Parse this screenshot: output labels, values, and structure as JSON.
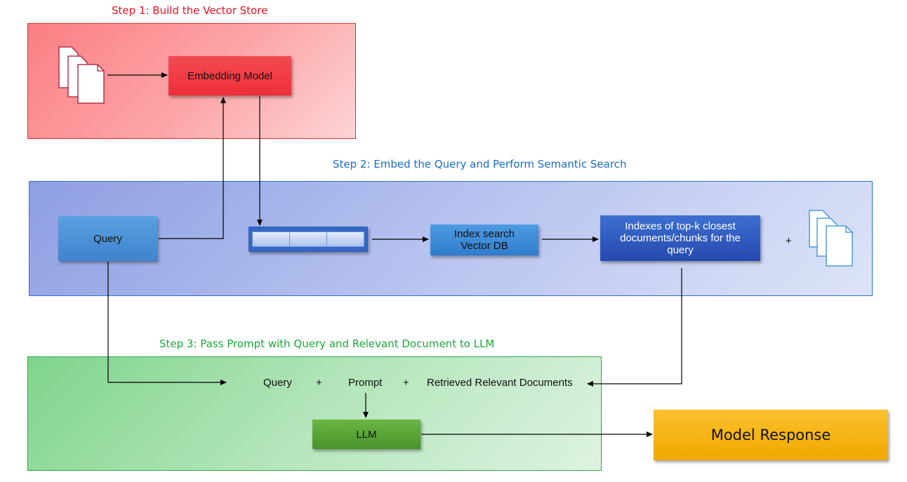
{
  "steps": {
    "step1": {
      "title": "Step 1: Build the Vector Store",
      "color": "#e8101f"
    },
    "step2": {
      "title": "Step 2: Embed the Query and Perform Semantic Search",
      "color": "#1a6cc4"
    },
    "step3": {
      "title": "Step 3: Pass Prompt with Query and Relevant Document to LLM",
      "color": "#1aa83a"
    }
  },
  "nodes": {
    "embedding_model": "Embedding Model",
    "query": "Query",
    "index_search_line1": "Index search",
    "index_search_line2": "Vector DB",
    "topk_line1": "Indexes of top-k closest",
    "topk_line2": "documents/chunks for the",
    "topk_line3": "query",
    "plus_docs": "+",
    "prompt_query": "Query",
    "prompt_plus1": "+",
    "prompt_prompt": "Prompt",
    "prompt_plus2": "+",
    "retrieved_docs": "Retrieved Relevant Documents",
    "llm": "LLM",
    "model_response": "Model Response"
  },
  "icons": {
    "documents_input": "documents-stack-icon",
    "documents_retrieved": "documents-stack-icon",
    "embedding_vector": "vector-embedding-icon"
  },
  "colors": {
    "step1_panel": "#fb8f92",
    "step2_panel": "#9aa9e6",
    "step3_panel": "#8ed89a",
    "embedding_box": "#f2434b",
    "query_box": "#4a92d8",
    "index_box": "#3d8ad6",
    "topk_box": "#2f5bbf",
    "llm_box": "#5aa435",
    "response_box": "#f9b81c"
  }
}
